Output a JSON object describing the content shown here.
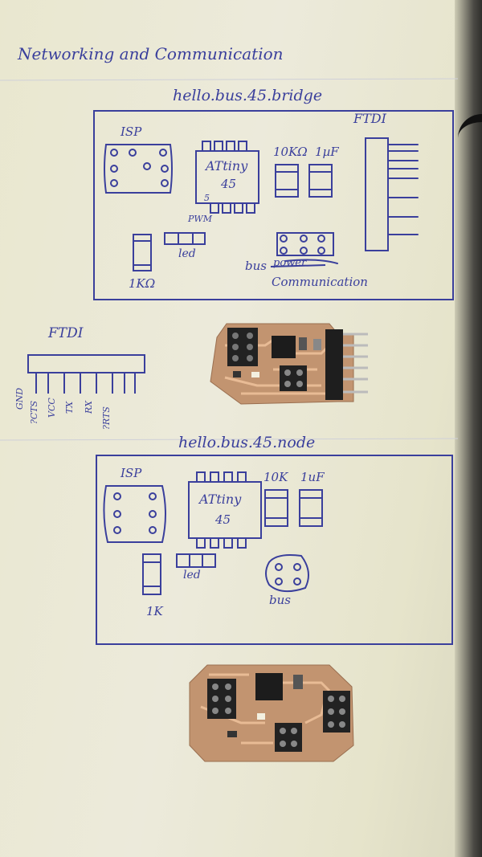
{
  "page_heading": "Networking and Communication",
  "bridge": {
    "title": "hello.bus.45.bridge",
    "isp": "ISP",
    "ftdi": "FTDI",
    "chip_line1": "ATtiny",
    "chip_line2": "45",
    "pin_label": "5",
    "pwm": "PWM",
    "resistor": "10KΩ",
    "capacitor": "1µF",
    "led": "led",
    "resistor_small": "1KΩ",
    "bus": "bus",
    "struck_word": "power",
    "communication": "Communication"
  },
  "ftdi_pinout": {
    "title": "FTDI",
    "pins": [
      "GND",
      "?CTS",
      "VCC",
      "TX",
      "RX",
      "?RTS"
    ]
  },
  "node": {
    "title": "hello.bus.45.node",
    "isp": "ISP",
    "chip_line1": "ATtiny",
    "chip_line2": "45",
    "resistor": "10K",
    "capacitor": "1uF",
    "led": "led",
    "resistor_small": "1K",
    "bus": "bus"
  },
  "colors": {
    "ink": "#3a3f9c",
    "paper": "#eceadb",
    "copper": "#c99a72",
    "trace": "#e4b48e",
    "chip": "#1c1c1c"
  }
}
